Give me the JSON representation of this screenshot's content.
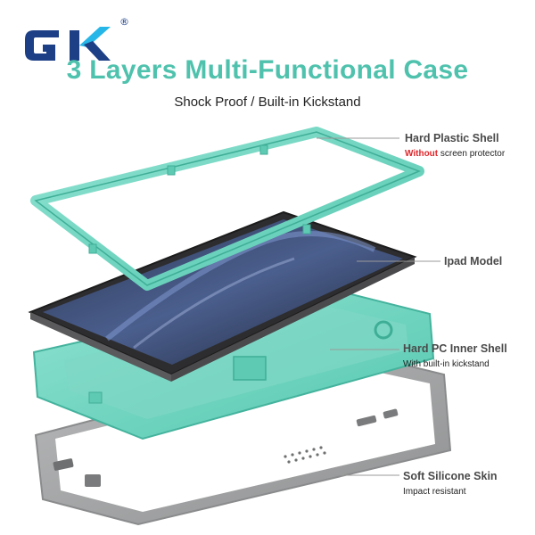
{
  "brand": {
    "name": "GK",
    "registered_mark": "®",
    "color": "#1d3f86",
    "accent": "#27b6e8"
  },
  "heading": {
    "title": "3 Layers Multi-Functional Case",
    "subtitle": "Shock Proof / Built-in Kickstand",
    "title_color": "#4fc2ad"
  },
  "layers": [
    {
      "label": "Hard Plastic Shell",
      "desc_highlight": "Without",
      "desc_rest": " screen protector",
      "color": "#6fd5bf"
    },
    {
      "label": "Ipad Model",
      "desc": "",
      "color": "#3a3a3c"
    },
    {
      "label": "Hard PC Inner Shell",
      "desc": "With built-in kickstand",
      "color": "#7fd7c5"
    },
    {
      "label": "Soft Silicone Skin",
      "desc": "Impact resistant",
      "color": "#a9aaab"
    }
  ],
  "warning_color": "#e0262b"
}
